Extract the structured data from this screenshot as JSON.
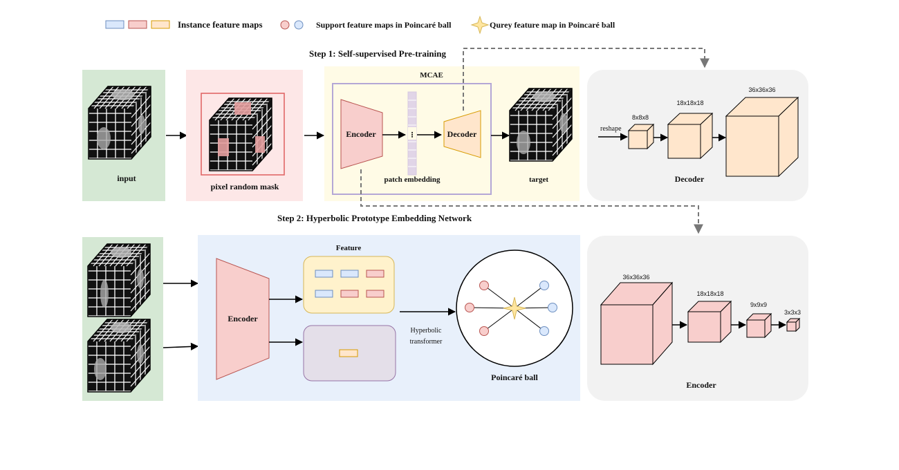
{
  "legend": {
    "instance": "Instance feature maps",
    "support": "Support feature maps in Poincaré  ball",
    "query": "Qurey feature map in Poincaré ball"
  },
  "step1": {
    "title": "Step 1: Self-supervised Pre-training",
    "input_label": "input",
    "mask_label": "pixel random mask",
    "mcae_label": "MCAE",
    "encoder_label": "Encoder",
    "decoder_label": "Decoder",
    "patch_label": "patch embedding",
    "patch_dots": "⁝",
    "target_label": "target"
  },
  "decoder_panel": {
    "reshape": "reshape",
    "size1": "8x8x8",
    "size2": "18x18x18",
    "size3": "36x36x36",
    "title": "Decoder"
  },
  "step2": {
    "title": "Step 2: Hyperbolic Prototype Embedding Network",
    "encoder_label": "Encoder",
    "feature_label": "Feature",
    "transformer_line1": "Hyperbolic",
    "transformer_line2": "transformer",
    "ball_label": "Poincaré  ball"
  },
  "encoder_panel": {
    "size1": "36x36x36",
    "size2": "18x18x18",
    "size3": "9x9x9",
    "size4": "3x3x3",
    "title": "Encoder"
  },
  "colors": {
    "blue_fill": "#dae8fc",
    "blue_stroke": "#6c8ebf",
    "red_fill": "#f8cecc",
    "red_stroke": "#b85450",
    "orange_fill": "#ffe6cc",
    "orange_stroke": "#d79b00",
    "green_bg": "#d5e8d4",
    "pink_bg": "#fde7e7",
    "yellow_bg": "#fffbe6",
    "gray_panel": "#f2f2f2",
    "lightblue_bg": "#e8f0fb",
    "purple": "#e1d5e7"
  }
}
